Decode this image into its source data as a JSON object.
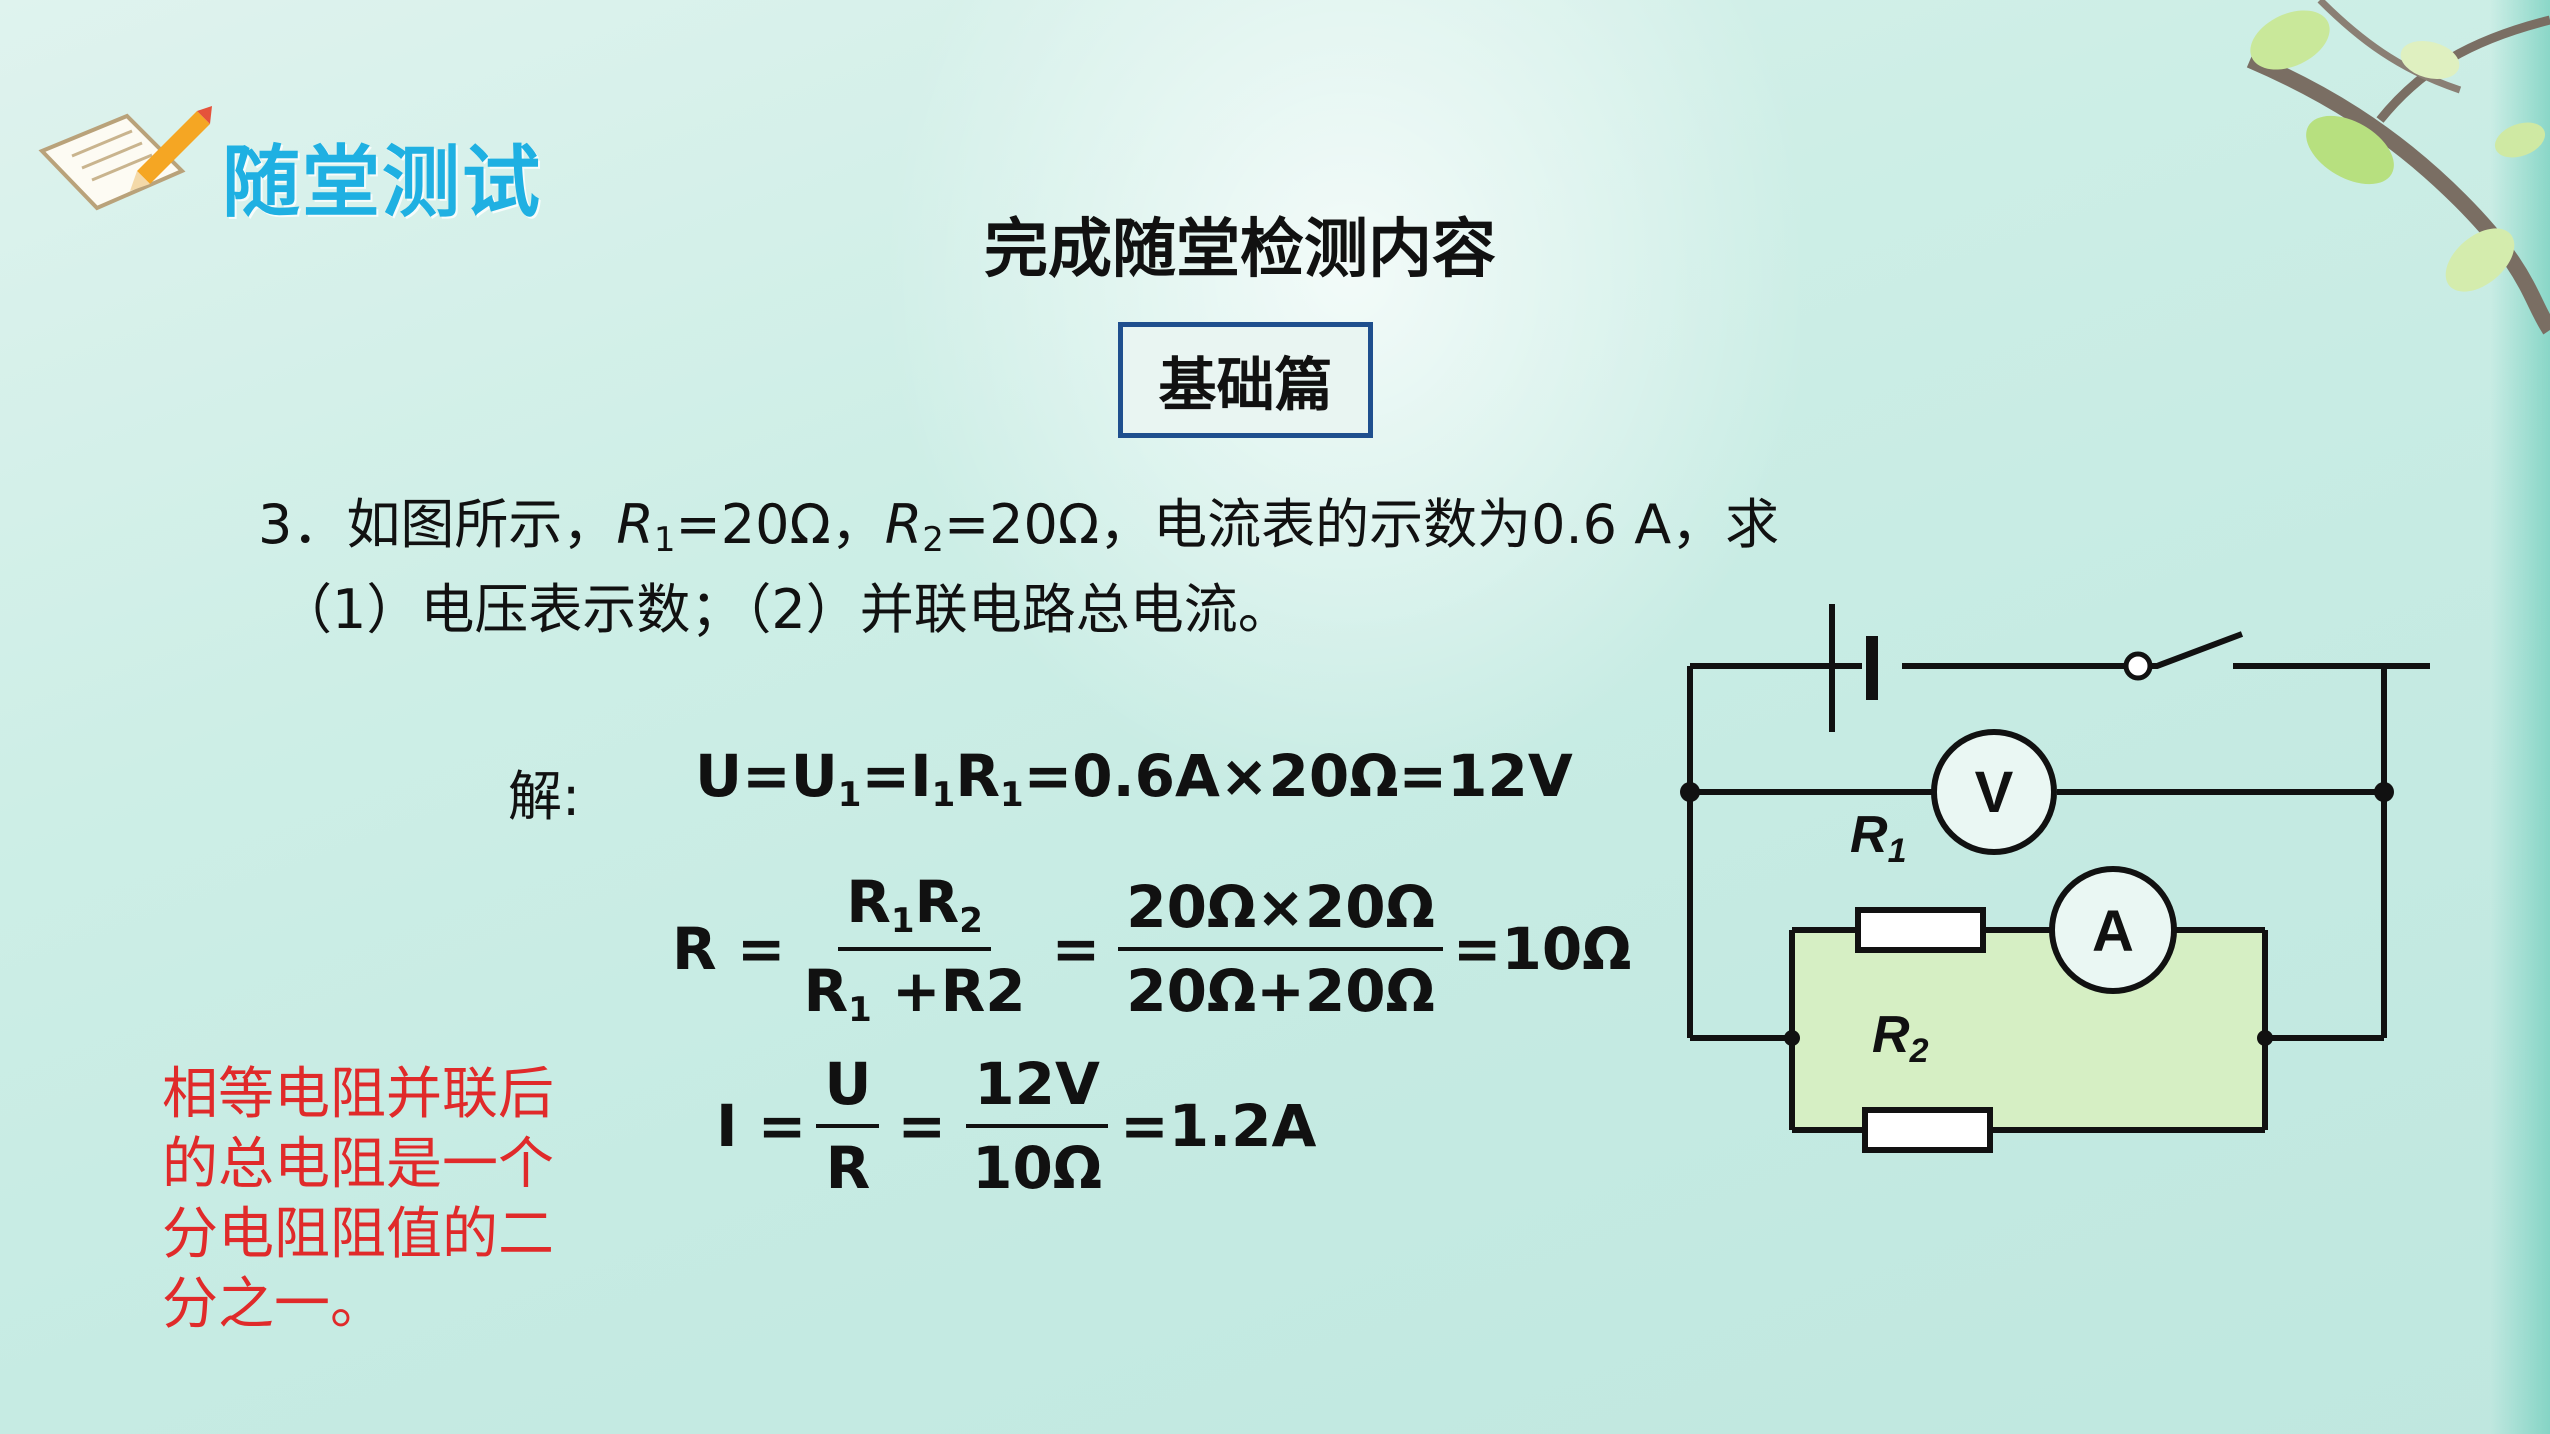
{
  "header": {
    "title": "随堂测试",
    "subtitle": "完成随堂检测内容",
    "badge": "基础篇"
  },
  "problem": {
    "p1": "3．如图所示，",
    "r1": "R",
    "r1_sub": "1",
    "p2": "=20Ω，",
    "r2": "R",
    "r2_sub": "2",
    "p3": "=20Ω，电流表的示数为0.6 A，求",
    "line2": "（1）电压表示数；（2）并联电路总电流。"
  },
  "solution": {
    "label": "解:",
    "eq1": {
      "a": "U=U",
      "a_sub": "1",
      "b": "=I",
      "b_sub": "1",
      "c": "R",
      "c_sub": "1",
      "d": "=0.6A×20Ω=12V"
    },
    "eq2": {
      "lhs": "R =",
      "num_a": "R",
      "num_a_sub": "1",
      "num_b": "R",
      "num_b_sub": "2",
      "den_a": "R",
      "den_a_sub": "1",
      "den_b": " +R2",
      "eq": "=",
      "num2": "20Ω×20Ω",
      "den2": "20Ω+20Ω",
      "result": "=10Ω"
    },
    "eq3": {
      "lhs": "I =",
      "num": "U",
      "den": "R",
      "eq": "=",
      "num2": "12V",
      "den2": "10Ω",
      "result": "=1.2A"
    }
  },
  "note": "相等电阻并联后的总电阻是一个分电阻阻值的二分之一。",
  "circuit": {
    "voltmeter": "V",
    "ammeter": "A",
    "r1_label": "R",
    "r1_sub": "1",
    "r2_label": "R",
    "r2_sub": "2",
    "branch_fill": "#d6efc4"
  }
}
